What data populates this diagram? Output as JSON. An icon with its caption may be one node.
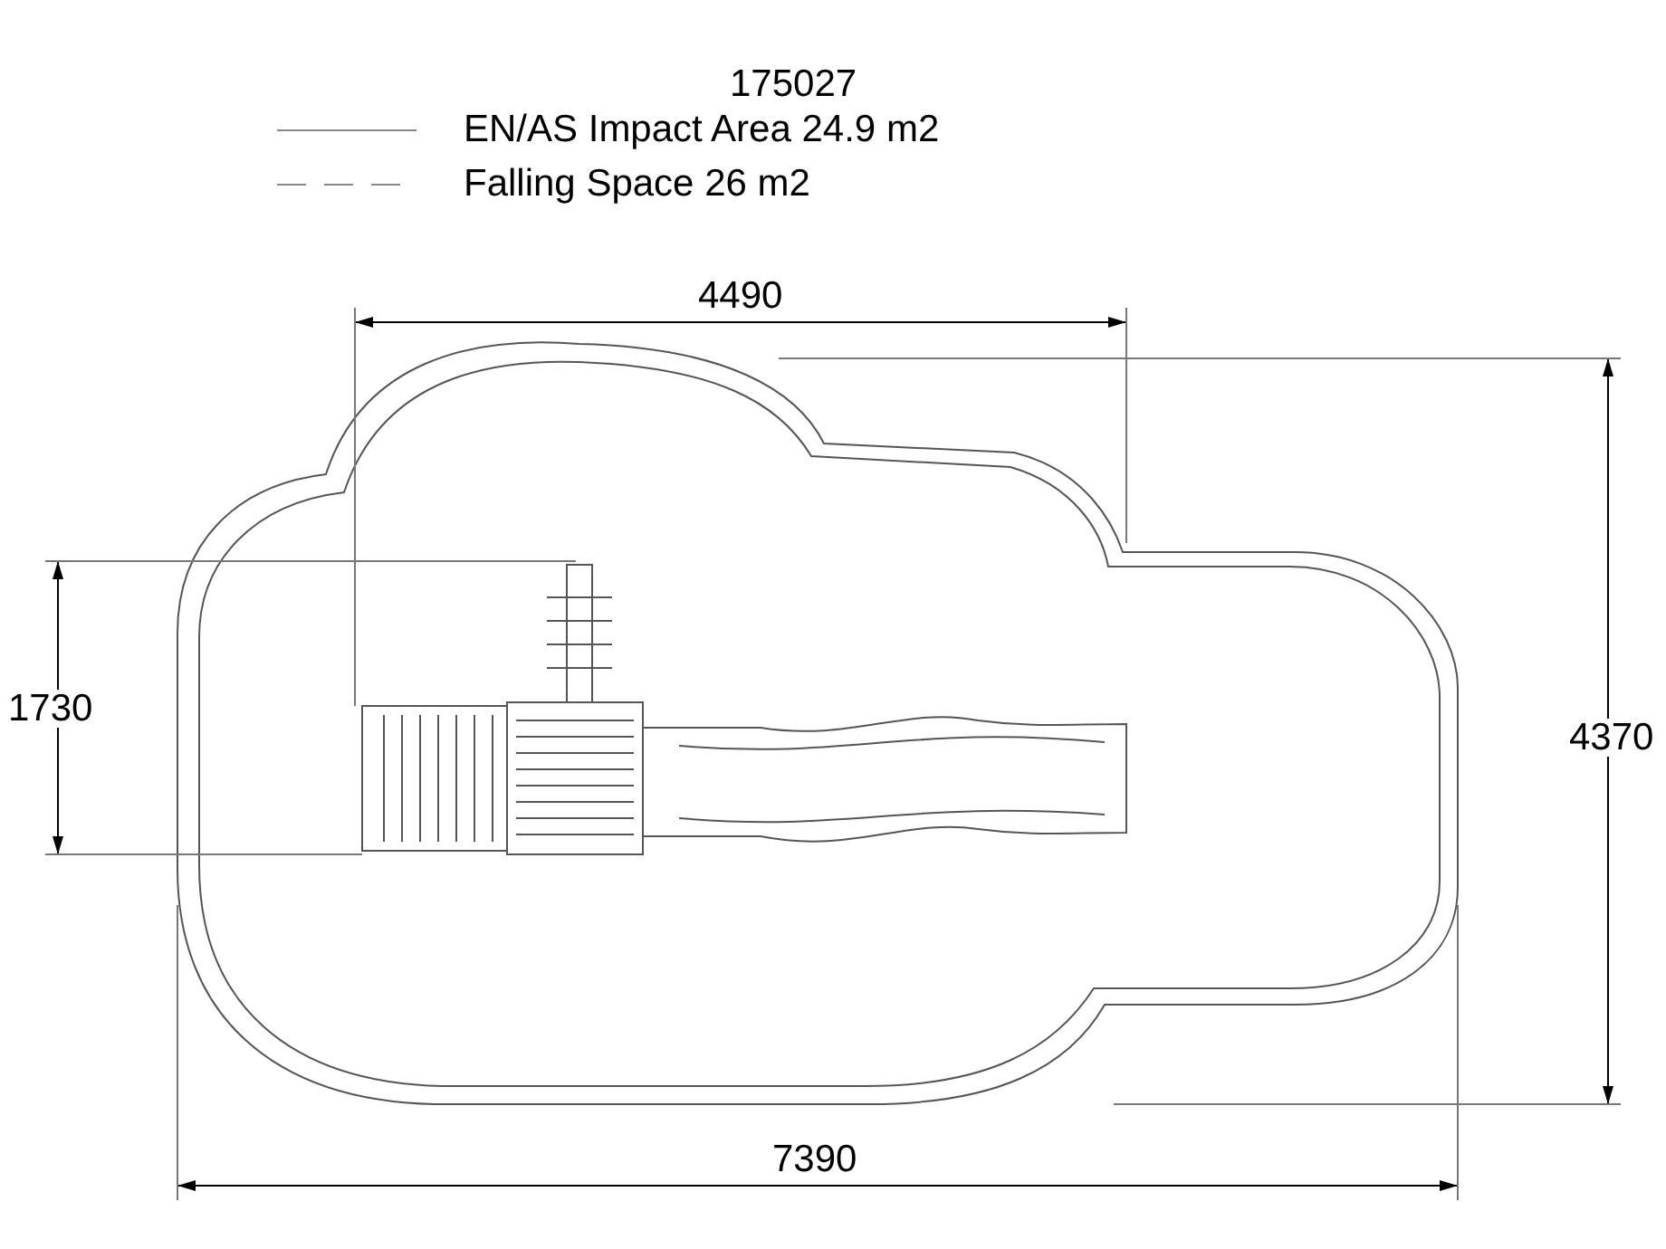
{
  "diagram": {
    "labels": [
      "175027",
      "4490",
      "1730",
      "4370",
      "7390"
    ],
    "legend": [
      {
        "text": "EN/AS Impact Area 24.9 m2"
      },
      {
        "text": "Falling Space 26 m2"
      }
    ]
  }
}
